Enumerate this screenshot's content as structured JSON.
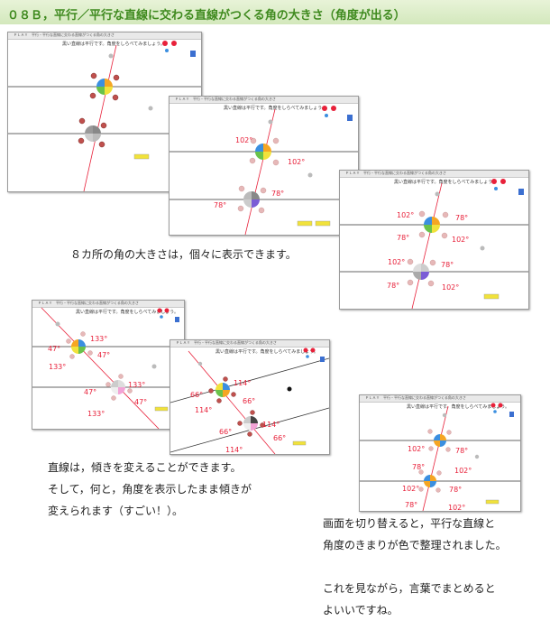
{
  "title": "０８Ｂ，平行／平行な直線に交わる直線がつくる角の大きさ（角度が出る）",
  "window_bar": "ＰＬＡＹ　平行・平行な直線に交わる直線がつくる角の大きさ",
  "window_message": "黒い直線は平行です。角度をしらべてみましょう。",
  "caption_1": "８カ所の角の大きさは，個々に表示できます。",
  "caption_2": [
    "直線は，傾きを変えることができます。",
    "そして，何と，角度を表示したまま傾きが",
    "変えられます（すごい！）。"
  ],
  "caption_3": [
    "画面を切り替えると，平行な直線と",
    "角度のきまりが色で整理されました。",
    "",
    "これを見ながら，言葉でまとめると",
    "よいいですね。"
  ],
  "colors": {
    "angle_label": "#e8213a",
    "title": "#3f8a1f",
    "transversal": "#e8213a"
  },
  "windows": [
    {
      "labels": []
    },
    {
      "labels": [
        [
          "102°",
          73,
          51
        ],
        [
          "102°",
          131,
          75
        ],
        [
          "78°",
          113,
          110
        ],
        [
          "78°",
          49,
          123
        ]
      ]
    },
    {
      "labels": [
        [
          "102°",
          63,
          52
        ],
        [
          "78°",
          128,
          55
        ],
        [
          "78°",
          63,
          77
        ],
        [
          "102°",
          124,
          79
        ],
        [
          "102°",
          53,
          104
        ],
        [
          "78°",
          112,
          107
        ],
        [
          "78°",
          52,
          130
        ],
        [
          "102°",
          113,
          132
        ]
      ]
    },
    {
      "labels": [
        [
          "133°",
          64,
          45
        ],
        [
          "47°",
          17,
          56
        ],
        [
          "47°",
          72,
          63
        ],
        [
          "133°",
          18,
          76
        ],
        [
          "47°",
          57,
          104
        ],
        [
          "133°",
          106,
          96
        ],
        [
          "133°",
          61,
          128
        ],
        [
          "47°",
          113,
          115
        ]
      ]
    },
    {
      "labels": [
        [
          "114°",
          70,
          50
        ],
        [
          "66°",
          22,
          63
        ],
        [
          "66°",
          80,
          70
        ],
        [
          "114°",
          27,
          80
        ],
        [
          "66°",
          54,
          104
        ],
        [
          "114°",
          102,
          96
        ],
        [
          "114°",
          61,
          124
        ],
        [
          "66°",
          114,
          111
        ]
      ]
    },
    {
      "labels": [
        [
          "102°",
          53,
          62
        ],
        [
          "78°",
          106,
          64
        ],
        [
          "78°",
          58,
          82
        ],
        [
          "102°",
          105,
          86
        ],
        [
          "102°",
          47,
          106
        ],
        [
          "78°",
          99,
          107
        ],
        [
          "78°",
          50,
          124
        ],
        [
          "102°",
          98,
          127
        ]
      ]
    }
  ]
}
